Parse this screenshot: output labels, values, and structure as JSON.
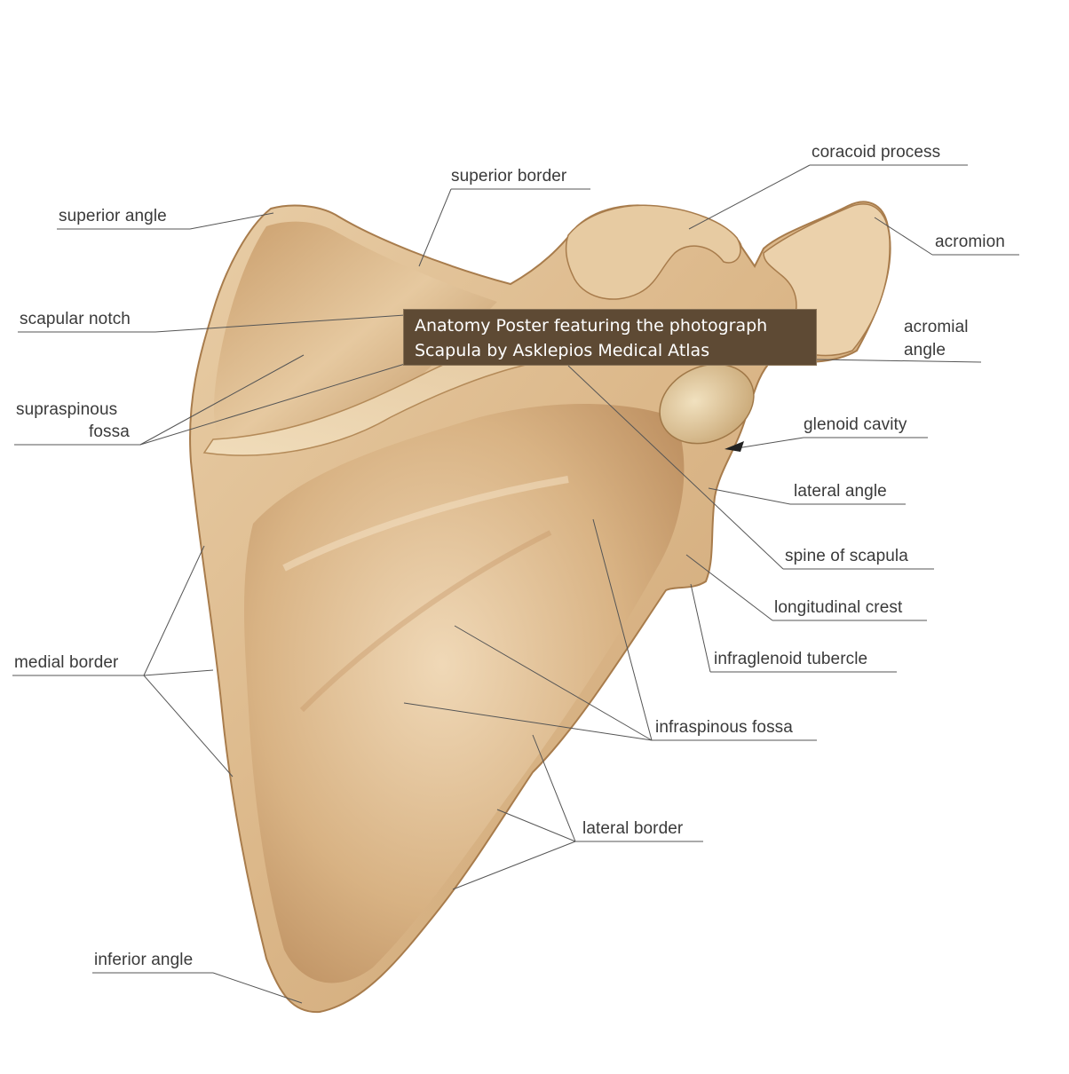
{
  "labels": {
    "superior_border": "superior border",
    "coracoid_process": "coracoid process",
    "superior_angle": "superior angle",
    "acromion": "acromion",
    "scapular_notch": "scapular notch",
    "acromial_angle_1": "acromial",
    "acromial_angle_2": "angle",
    "supraspinous_fossa_1": "supraspinous",
    "supraspinous_fossa_2": "fossa",
    "glenoid_cavity": "glenoid cavity",
    "lateral_angle": "lateral angle",
    "spine_of_scapula": "spine of scapula",
    "longitudinal_crest": "longitudinal crest",
    "infraglenoid_tubercle": "infraglenoid tubercle",
    "medial_border": "medial border",
    "infraspinous_fossa": "infraspinous fossa",
    "lateral_border": "lateral border",
    "inferior_angle": "inferior angle"
  },
  "tooltip": {
    "line1": "Anatomy Poster featuring the photograph",
    "line2": "Scapula by Asklepios Medical Atlas"
  },
  "colors": {
    "bone_light": "#f1dcbc",
    "bone_mid": "#d9b587",
    "bone_dark": "#b48a58",
    "leader_line": "#555555",
    "tooltip_bg": "#5e4a34"
  }
}
